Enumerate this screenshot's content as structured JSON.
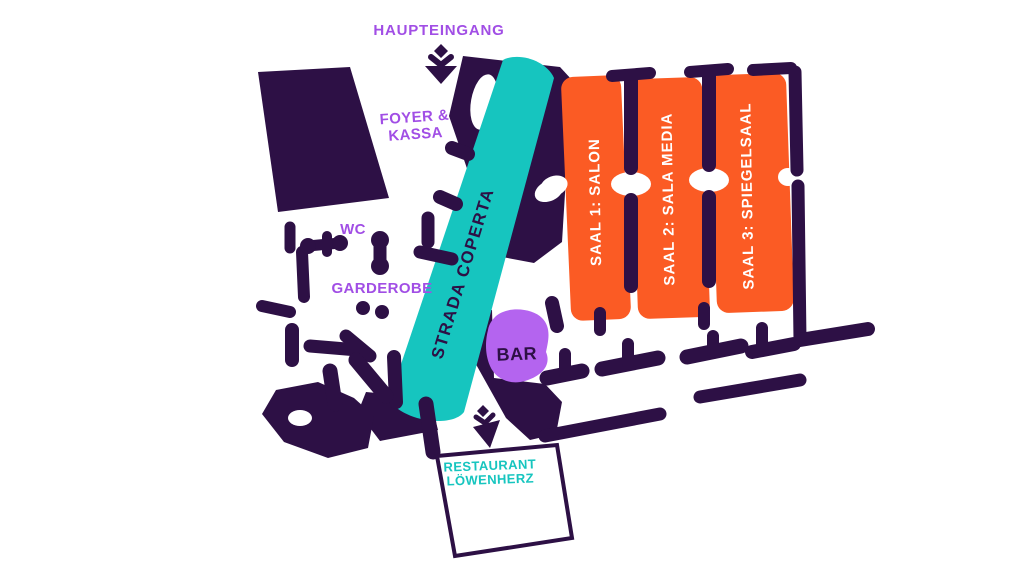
{
  "map_title": "Venue floor plan",
  "colors": {
    "wall": "#2D1045",
    "hall": "#FB5B24",
    "strada": "#16C5BF",
    "bar": "#B464EF",
    "label": "#A14EE5",
    "hall_text": "#FFFFFF",
    "restaurant_text": "#16C5BF",
    "background": "#FFFFFF"
  },
  "labels": {
    "haupteingang": "HAUPTEINGANG",
    "foyer_line1": "FOYER &",
    "foyer_line2": "KASSA",
    "wc": "WC",
    "garderobe": "GARDEROBE",
    "strada_coperta": "STRADA COPERTA",
    "saal1": "SAAL 1: SALON",
    "saal2": "SAAL 2: SALA MEDIA",
    "saal3": "SAAL 3: SPIEGELSAAL",
    "bar": "BAR",
    "restaurant_line1": "RESTAURANT",
    "restaurant_line2": "LÖWENHERZ"
  },
  "areas": [
    {
      "id": "foyer",
      "label": "FOYER & KASSA"
    },
    {
      "id": "wc",
      "label": "WC"
    },
    {
      "id": "garderobe",
      "label": "GARDEROBE"
    },
    {
      "id": "strada-coperta",
      "label": "STRADA COPERTA"
    },
    {
      "id": "saal-1",
      "label": "SAAL 1: SALON"
    },
    {
      "id": "saal-2",
      "label": "SAAL 2: SALA MEDIA"
    },
    {
      "id": "saal-3",
      "label": "SAAL 3: SPIEGELSAAL"
    },
    {
      "id": "bar",
      "label": "BAR"
    },
    {
      "id": "restaurant",
      "label": "RESTAURANT LÖWENHERZ"
    }
  ]
}
